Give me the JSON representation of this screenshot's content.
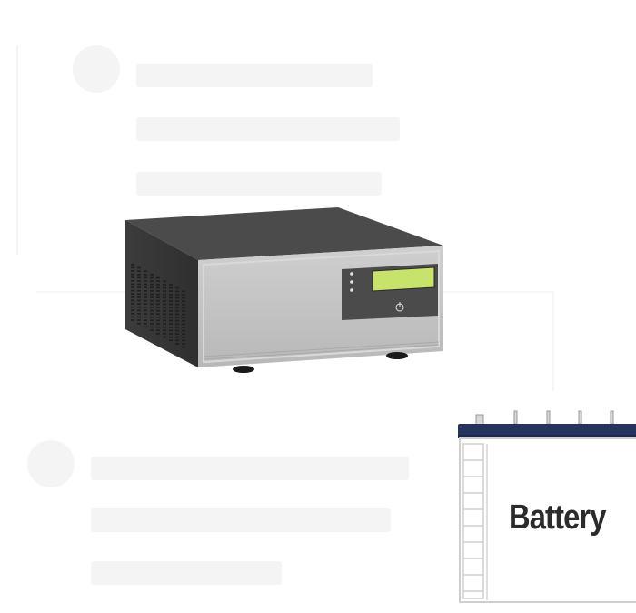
{
  "battery": {
    "label": "Battery"
  },
  "inverter": {
    "display": "lcd-display",
    "indicators": [
      "status-led",
      "status-led",
      "status-led"
    ],
    "power_icon": "power-icon"
  },
  "colors": {
    "inverter_top": "#4a4a4a",
    "inverter_side": "#3a3a3a",
    "inverter_front": "#c4c4c4",
    "control_panel": "#4b4b4b",
    "lcd_screen": "#c8e36a",
    "battery_lid": "#25345e",
    "battery_body": "#ffffff"
  }
}
